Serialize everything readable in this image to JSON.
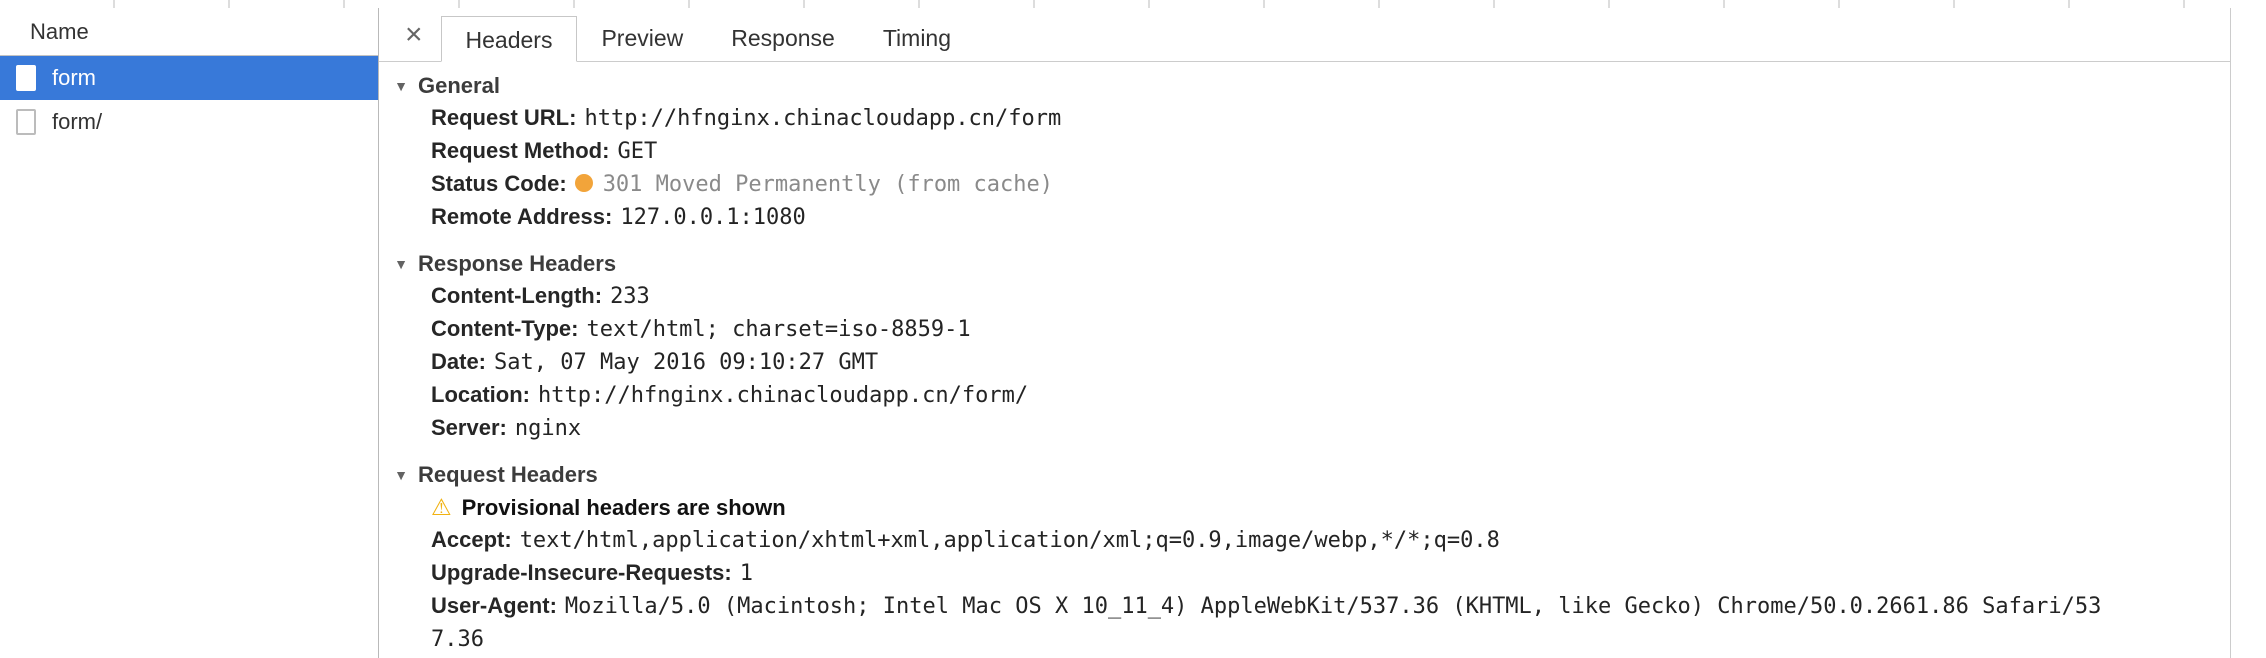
{
  "colors": {
    "selection_blue": "#3879d9",
    "status_yellow": "#f2a43a",
    "warning_yellow": "#f1b211"
  },
  "icons": {
    "close": "×",
    "disclosure": "▼",
    "warning": "⚠"
  },
  "sidebar": {
    "header": "Name",
    "items": [
      {
        "label": "form",
        "selected": true
      },
      {
        "label": "form/",
        "selected": false
      }
    ]
  },
  "tabs": {
    "items": [
      {
        "label": "Headers",
        "active": true
      },
      {
        "label": "Preview",
        "active": false
      },
      {
        "label": "Response",
        "active": false
      },
      {
        "label": "Timing",
        "active": false
      }
    ]
  },
  "sections": [
    {
      "title": "General",
      "rows": [
        {
          "name": "Request URL:",
          "value": "http://hfnginx.chinacloudapp.cn/form"
        },
        {
          "name": "Request Method:",
          "value": "GET"
        },
        {
          "name": "Status Code:",
          "value": "301 Moved Permanently (from cache)",
          "icon": "status-dot",
          "muted": true
        },
        {
          "name": "Remote Address:",
          "value": "127.0.0.1:1080"
        }
      ]
    },
    {
      "title": "Response Headers",
      "rows": [
        {
          "name": "Content-Length:",
          "value": "233"
        },
        {
          "name": "Content-Type:",
          "value": "text/html; charset=iso-8859-1"
        },
        {
          "name": "Date:",
          "value": "Sat, 07 May 2016 09:10:27 GMT"
        },
        {
          "name": "Location:",
          "value": "http://hfnginx.chinacloudapp.cn/form/"
        },
        {
          "name": "Server:",
          "value": "nginx"
        }
      ]
    },
    {
      "title": "Request Headers",
      "rows": [
        {
          "name": "Provisional headers are shown",
          "value": "",
          "icon": "warning",
          "bold_only": true
        },
        {
          "name": "Accept:",
          "value": "text/html,application/xhtml+xml,application/xml;q=0.9,image/webp,*/*;q=0.8"
        },
        {
          "name": "Upgrade-Insecure-Requests:",
          "value": "1"
        },
        {
          "name": "User-Agent:",
          "value": "Mozilla/5.0 (Macintosh; Intel Mac OS X 10_11_4) AppleWebKit/537.36 (KHTML, like Gecko) Chrome/50.0.2661.86 Safari/537.36"
        }
      ]
    }
  ]
}
